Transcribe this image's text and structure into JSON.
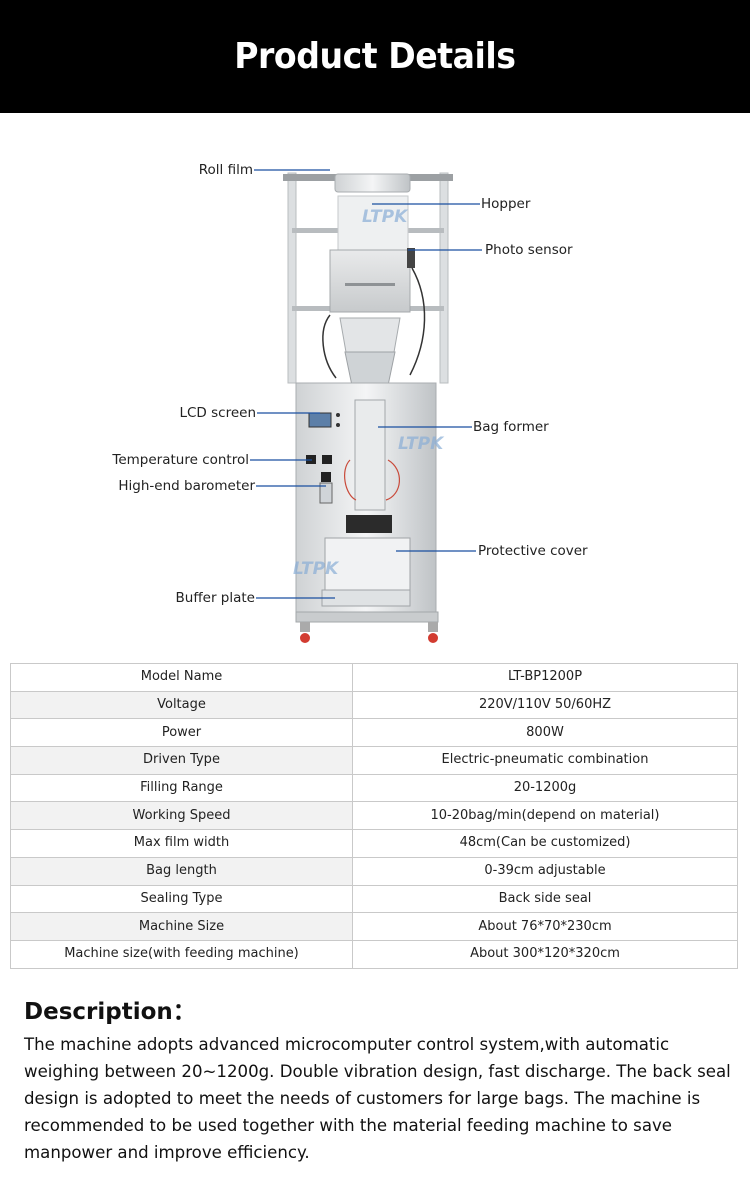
{
  "header": {
    "title": "Product Details"
  },
  "diagram": {
    "watermark": "LTPK",
    "left_labels": [
      "Roll film",
      "LCD screen",
      "Temperature control",
      "High-end barometer",
      "Buffer plate"
    ],
    "right_labels": [
      "Hopper",
      "Photo sensor",
      "Bag former",
      "Protective cover"
    ],
    "line_color": "#1a4fa0"
  },
  "specs": {
    "rows": [
      {
        "key": "Model Name",
        "value": "LT-BP1200P"
      },
      {
        "key": "Voltage",
        "value": "220V/110V 50/60HZ"
      },
      {
        "key": "Power",
        "value": "800W"
      },
      {
        "key": "Driven Type",
        "value": "Electric-pneumatic combination"
      },
      {
        "key": "Filling Range",
        "value": "20-1200g"
      },
      {
        "key": "Working Speed",
        "value": "10-20bag/min(depend on material)"
      },
      {
        "key": "Max film width",
        "value": "48cm(Can be customized)"
      },
      {
        "key": "Bag length",
        "value": "0-39cm adjustable"
      },
      {
        "key": "Sealing Type",
        "value": "Back side seal"
      },
      {
        "key": "Machine Size",
        "value": "About 76*70*230cm"
      },
      {
        "key": "Machine size(with feeding machine)",
        "value": "About 300*120*320cm"
      }
    ]
  },
  "description": {
    "heading": "Description：",
    "body": "The machine adopts advanced microcomputer control system,with automatic weighing between 20~1200g. Double vibration design, fast discharge. The back seal design is adopted to meet the needs of customers for large bags. The machine is recommended to be used together with the material feeding machine to save manpower and improve efficiency."
  }
}
